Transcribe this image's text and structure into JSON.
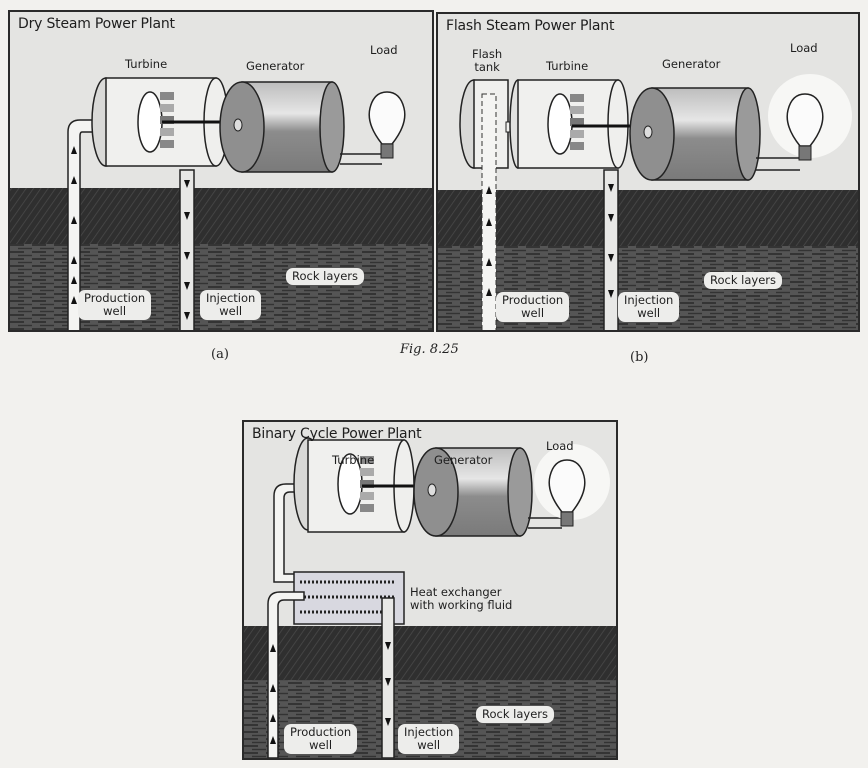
{
  "figure": {
    "caption": "Fig. 8.25",
    "panels": [
      {
        "id": "a",
        "sub_caption": "(a)",
        "title": "Dry Steam Power Plant",
        "labels": {
          "turbine": "Turbine",
          "generator": "Generator",
          "load": "Load",
          "rock_layers": "Rock layers",
          "production_well": "Production\nwell",
          "injection_well": "Injection\nwell"
        }
      },
      {
        "id": "b",
        "sub_caption": "(b)",
        "title": "Flash Steam Power Plant",
        "labels": {
          "flash_tank": "Flash\ntank",
          "turbine": "Turbine",
          "generator": "Generator",
          "load": "Load",
          "rock_layers": "Rock layers",
          "production_well": "Production\nwell",
          "injection_well": "Injection\nwell"
        }
      },
      {
        "id": "c",
        "title": "Binary Cycle Power Plant",
        "labels": {
          "turbine": "Turbine",
          "generator": "Generator",
          "load": "Load",
          "heat_exchanger": "Heat exchanger\nwith working fluid",
          "rock_layers": "Rock layers",
          "production_well": "Production\nwell",
          "injection_well": "Injection\nwell"
        }
      }
    ]
  }
}
